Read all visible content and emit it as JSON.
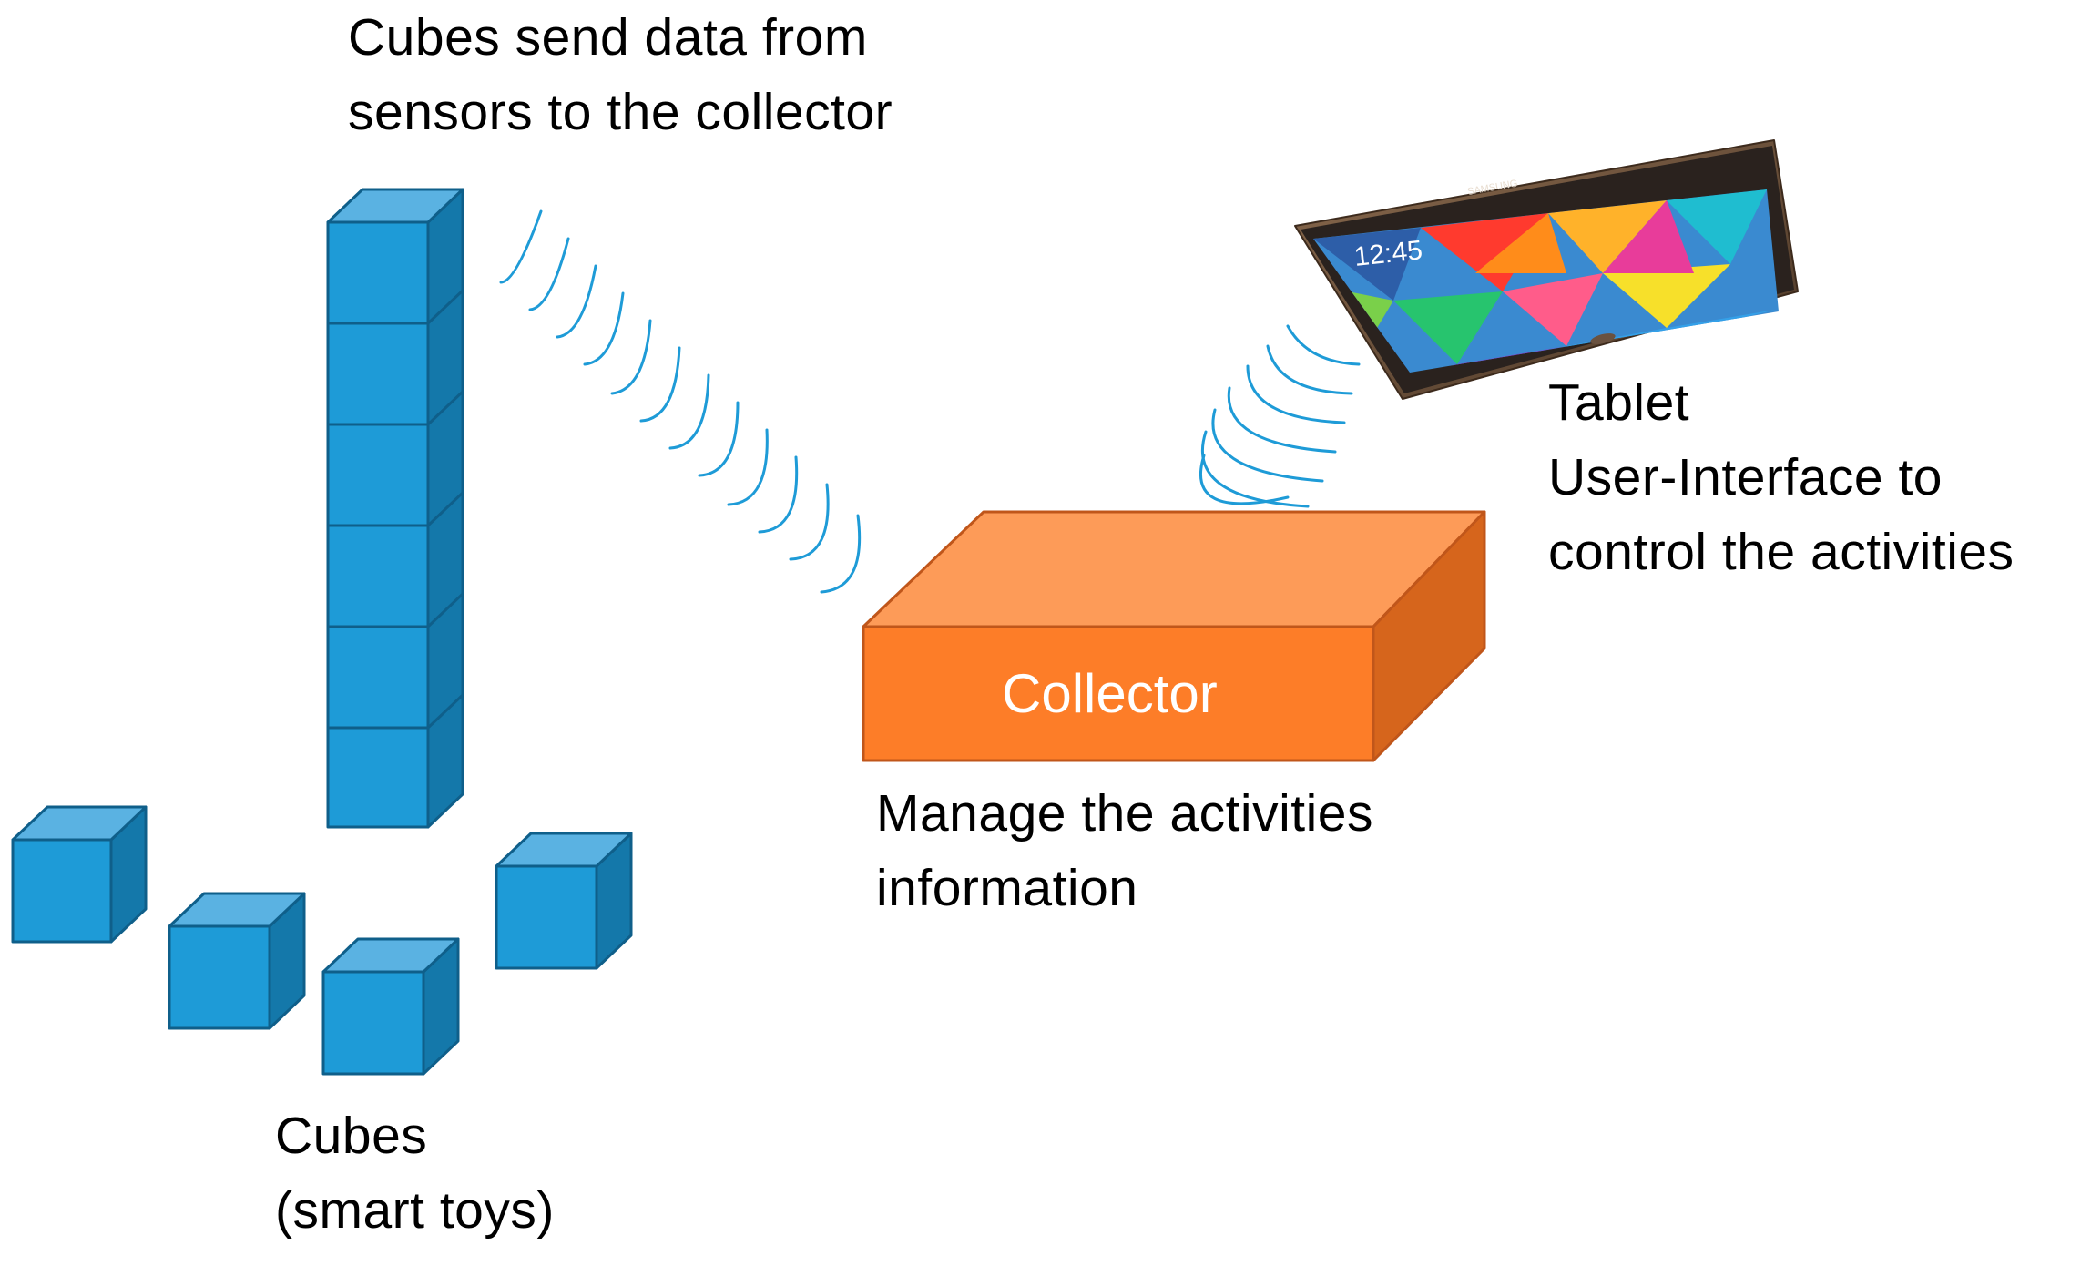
{
  "labels": {
    "cubes_send_line1": "Cubes send data from",
    "cubes_send_line2": "sensors to the collector",
    "tablet_title": "Tablet",
    "tablet_line1": "User-Interface to",
    "tablet_line2": "control the activities",
    "collector": "Collector",
    "manage_line1": "Manage the activities",
    "manage_line2": "information",
    "cubes_line1": "Cubes",
    "cubes_line2": "(smart toys)"
  },
  "tablet_screen": {
    "time": "12:45",
    "brand": "SAMSUNG"
  },
  "colors": {
    "cube_front": "#1e9bd7",
    "cube_top": "#5ab2e2",
    "cube_side": "#1478aa",
    "cube_edge": "#0f5f8a",
    "collector_front": "#fd7d28",
    "collector_top": "#fd9b58",
    "collector_side": "#d6651c",
    "collector_edge": "#c0561a",
    "wave": "#1e9bd7"
  }
}
